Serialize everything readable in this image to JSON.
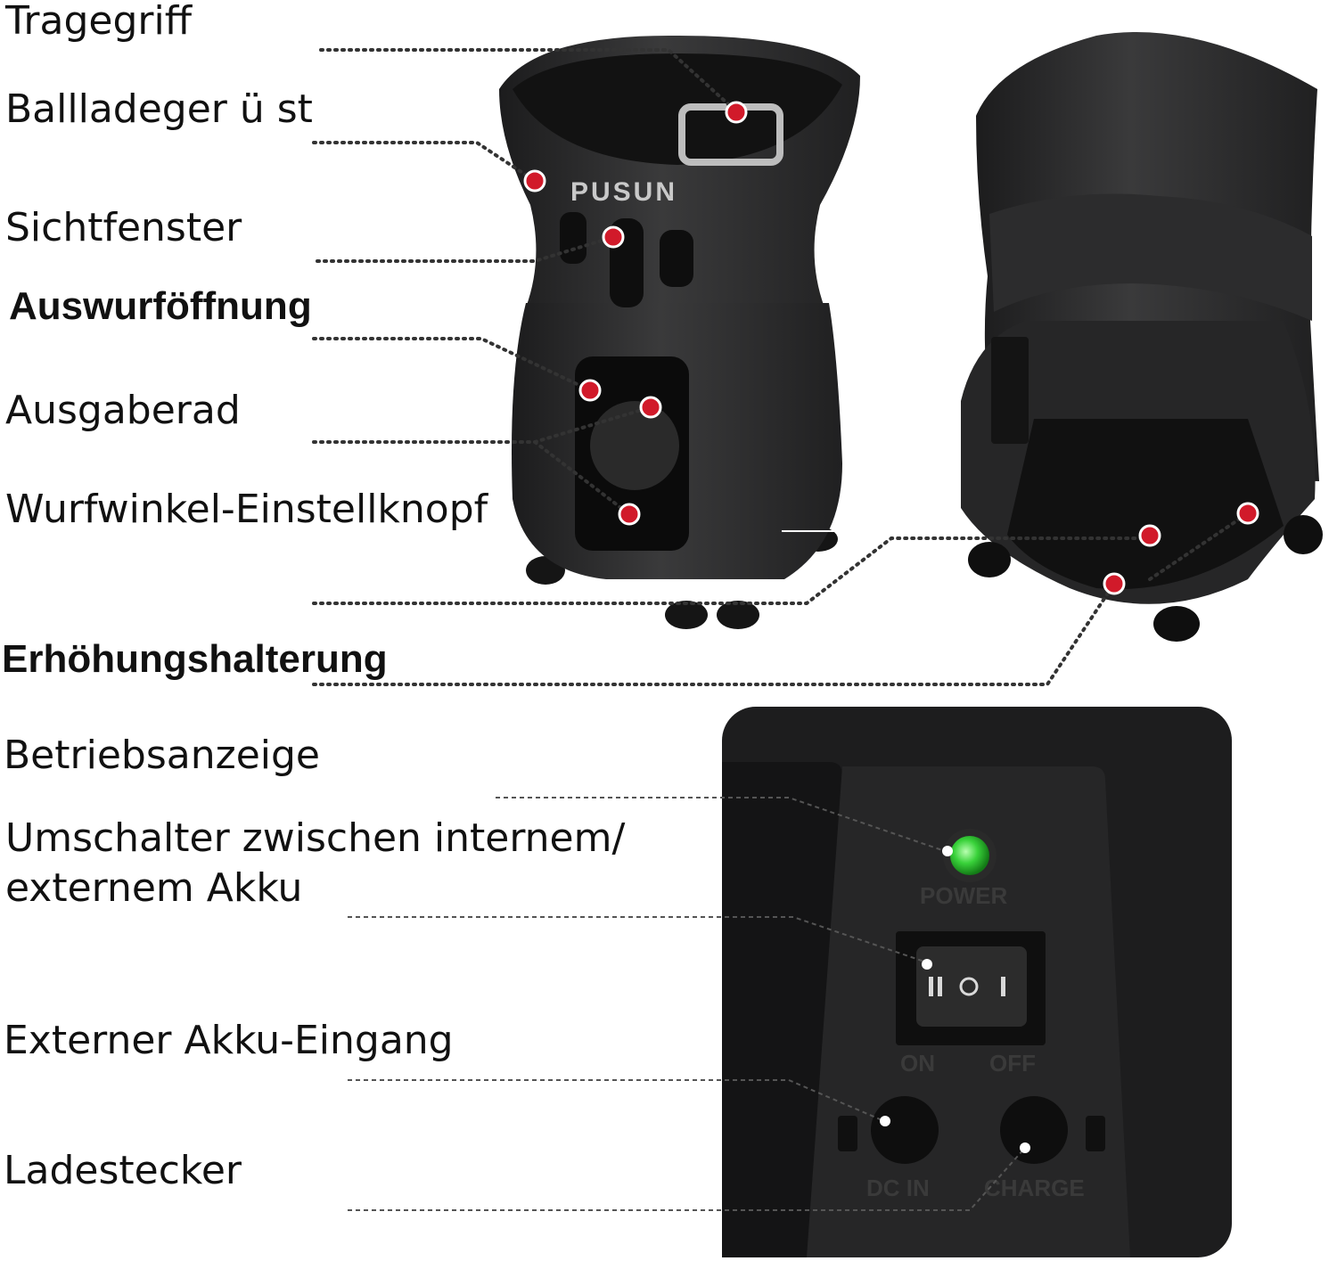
{
  "brand": "PUSUN",
  "labels": {
    "carry_handle": "Tragegriff",
    "ball_loading_frame": "Ballladeger ü st",
    "viewing_window": "Sichtfenster",
    "ejection_opening": "Auswurföffnung",
    "output_wheel": "Ausgaberad",
    "angle_knob": "Wurfwinkel-Einstellknopf",
    "elevation_mount": "Erhöhungshalterung",
    "power_indicator": "Betriebsanzeige",
    "battery_switch": "Umschalter zwischen internem/\nexternem Akku",
    "external_battery_input": "Externer Akku-Eingang",
    "charging_plug": "Ladestecker"
  },
  "panel": {
    "power": "POWER",
    "on": "ON",
    "off": "OFF",
    "dc_in": "DC IN",
    "charge": "CHARGE"
  },
  "colors": {
    "marker": "#d11a2a",
    "led": "#39d23a",
    "body": "#2f2f30",
    "panel_bg": "#1c1c1c"
  }
}
